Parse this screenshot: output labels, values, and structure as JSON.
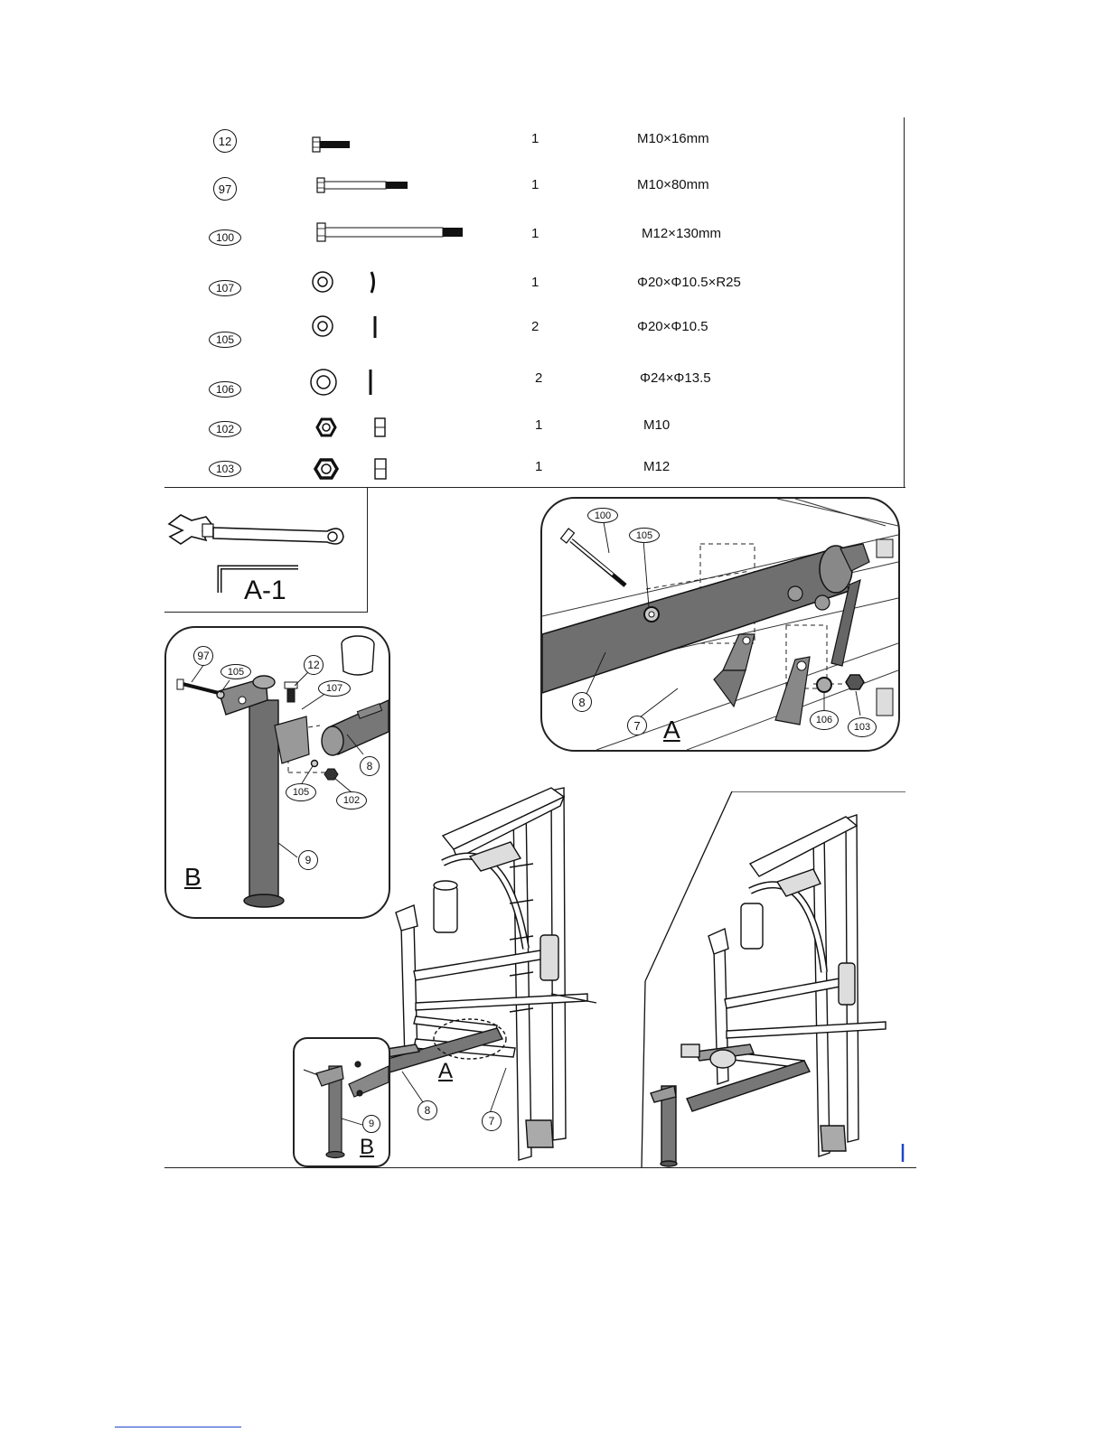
{
  "parts": [
    {
      "id": "12",
      "qty": "1",
      "spec": "M10×16mm",
      "icon": "short-bolt"
    },
    {
      "id": "97",
      "qty": "1",
      "spec": "M10×80mm",
      "icon": "medium-bolt"
    },
    {
      "id": "100",
      "qty": "1",
      "spec": "M12×130mm",
      "icon": "long-bolt"
    },
    {
      "id": "107",
      "qty": "1",
      "spec": "Φ20×Φ10.5×R25",
      "icon": "curved-washer"
    },
    {
      "id": "105",
      "qty": "2",
      "spec": "Φ20×Φ10.5",
      "icon": "flat-washer"
    },
    {
      "id": "106",
      "qty": "2",
      "spec": "Φ24×Φ13.5",
      "icon": "large-flat-washer"
    },
    {
      "id": "102",
      "qty": "1",
      "spec": "M10",
      "icon": "hex-nut"
    },
    {
      "id": "103",
      "qty": "1",
      "spec": "M12",
      "icon": "large-hex-nut"
    }
  ],
  "tools": {
    "label": "A-1"
  },
  "detail_a": {
    "label": "A",
    "callouts": {
      "c100": "100",
      "c105": "105",
      "c8": "8",
      "c7": "7",
      "c106": "106",
      "c103": "103"
    }
  },
  "detail_b": {
    "label": "B",
    "callouts": {
      "c97": "97",
      "c105a": "105",
      "c12": "12",
      "c107": "107",
      "c8": "8",
      "c105b": "105",
      "c102": "102",
      "c9": "9"
    }
  },
  "overview": {
    "label_a": "A",
    "label_b": "B",
    "callouts": {
      "c8": "8",
      "c7": "7",
      "c9": "9"
    }
  }
}
